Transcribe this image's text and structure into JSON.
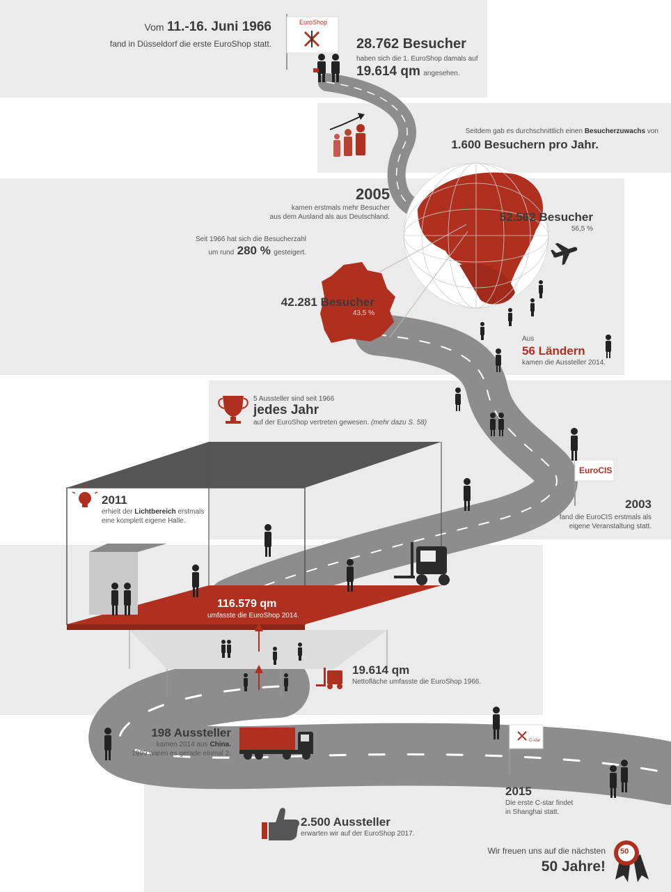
{
  "colors": {
    "accent": "#b0301f",
    "road": "#8d8d8d",
    "panel": "#ebebeb",
    "text": "#3a3a3a"
  },
  "s1966": {
    "vom": "Vom",
    "date": "11.-16. Juni 1966",
    "line2": "fand in Düsseldorf die erste EuroShop statt.",
    "flag_label": "EuroShop"
  },
  "visitors1966": {
    "count": "28.762 Besucher",
    "line": "haben sich die 1. EuroShop damals auf",
    "area": "19.614 qm",
    "area_suffix": "angesehen."
  },
  "growth": {
    "line1_pre": "Seitdem gab es durchschnittlich einen",
    "line1_bold": "Besucherzuwachs",
    "line1_post": "von",
    "big": "1.600 Besuchern pro Jahr."
  },
  "y2005": {
    "year": "2005",
    "line1": "kamen erstmals mehr Besucher",
    "line2": "aus dem Ausland als aus Deutschland."
  },
  "increase": {
    "line1": "Seit 1966 hat sich die Besucherzahl",
    "pre": "um rund",
    "pct": "280 %",
    "post": "gesteigert."
  },
  "foreign": {
    "count": "52.562 Besucher",
    "pct": "56,5 %"
  },
  "domestic": {
    "count": "42.281 Besucher",
    "pct": "43,5 %"
  },
  "countries": {
    "aus": "Aus",
    "big": "56 Ländern",
    "line": "kamen die Aussteller 2014."
  },
  "exhibitors_yearly": {
    "line1": "5 Aussteller sind seit 1966",
    "big": "jedes Jahr",
    "line2": "auf der EuroShop vertreten gewesen.",
    "ref": "(mehr dazu S. 58)"
  },
  "y2011": {
    "year": "2011",
    "pre": "erhielt der",
    "bold": "Lichtbereich",
    "post": "erstmals",
    "line2": "eine komplett eigene Halle."
  },
  "y2003": {
    "year": "2003",
    "line1": "fand die EuroCIS erstmals als",
    "line2": "eigene Veranstaltung statt.",
    "flag_label": "EuroCIS"
  },
  "area2014": {
    "big": "116.579 qm",
    "line": "umfasste die EuroShop 2014."
  },
  "area1966": {
    "big": "19.614 qm",
    "line": "Nettofläche umfasste die EuroShop 1966."
  },
  "china": {
    "big": "198 Aussteller",
    "pre": "kamen 2014 aus",
    "bold": "China.",
    "line2": "1999 waren es gerade einmal 2."
  },
  "y2015": {
    "year": "2015",
    "line1": "Die erste C-star findet",
    "line2": "in Shanghai statt.",
    "flag_label": "C-star"
  },
  "expected": {
    "big": "2.500 Aussteller",
    "line": "erwarten wir auf der EuroShop 2017."
  },
  "future": {
    "line1": "Wir freuen uns auf die nächsten",
    "big": "50 Jahre!",
    "badge": "50"
  }
}
